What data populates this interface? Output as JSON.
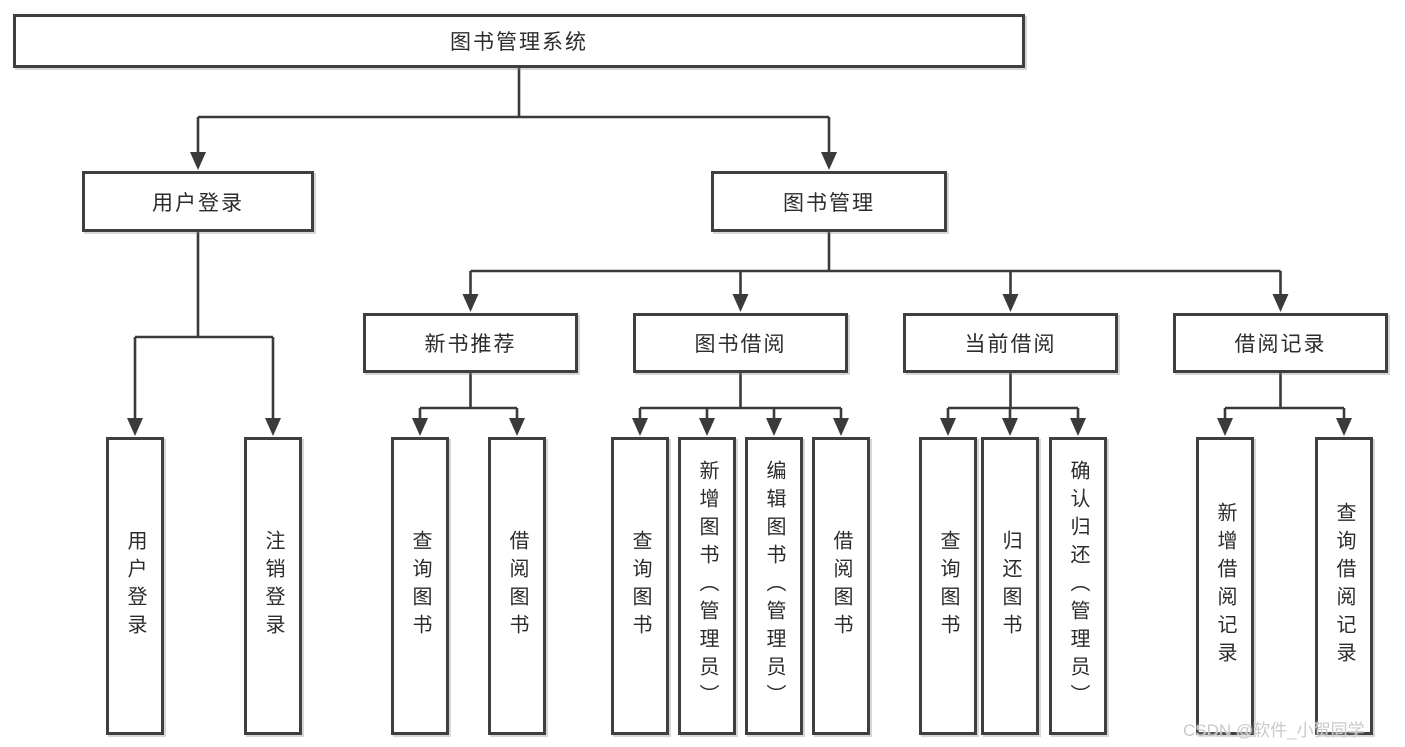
{
  "diagram_title": "图书管理系统",
  "nodes": {
    "root": "图书管理系统",
    "user_login": "用户登录",
    "book_mgmt": "图书管理",
    "new_books": "新书推荐",
    "book_borrow": "图书借阅",
    "current_borrow": "当前借阅",
    "borrow_records": "借阅记录",
    "leaf_user_login": "用户登录",
    "leaf_logout": "注销登录",
    "leaf_nb_query": "查询图书",
    "leaf_nb_borrow": "借阅图书",
    "leaf_bb_query": "查询图书",
    "leaf_bb_add": "新增图书（管理员）",
    "leaf_bb_edit": "编辑图书（管理员）",
    "leaf_bb_borrow": "借阅图书",
    "leaf_cb_query": "查询图书",
    "leaf_cb_return": "归还图书",
    "leaf_cb_confirm": "确认归还（管理员）",
    "leaf_br_add": "新增借阅记录",
    "leaf_br_query": "查询借阅记录"
  },
  "watermark": "CSDN @软件_小贺同学",
  "colors": {
    "background": "#ffffff",
    "line": "#3a3a3a",
    "box_border": "#3f3f3f",
    "text": "#2c2c2c",
    "watermark": "#c9c9c9"
  }
}
